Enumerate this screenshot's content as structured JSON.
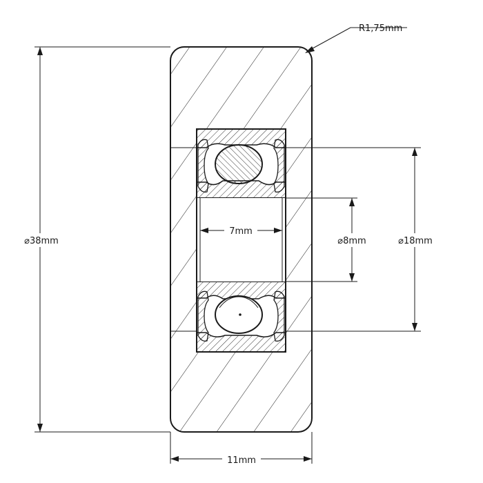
{
  "drawing": {
    "labels": {
      "corner_radius": "R1,75mm",
      "outer_diameter": "38mm",
      "bearing_outer_diameter": "18mm",
      "bore_diameter": "8mm",
      "inner_width": "7mm",
      "overall_width": "11mm"
    },
    "symbols": {
      "diameter": "⌀"
    }
  }
}
